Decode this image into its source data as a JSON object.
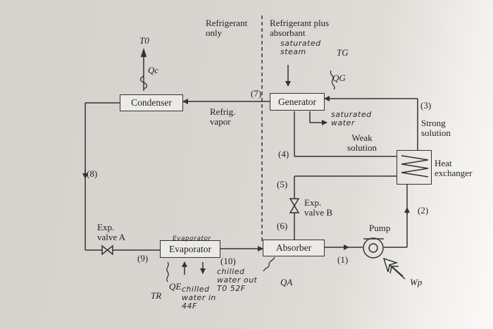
{
  "components": {
    "condenser": "Condenser",
    "generator": "Generator",
    "evaporator": "Evaporator",
    "absorber": "Absorber",
    "pump": "Pump",
    "heat_exchanger": "Heat exchanger",
    "exp_valve_a": "Exp. valve A",
    "exp_valve_b": "Exp. valve B"
  },
  "regions": {
    "left": "Refrigerant only",
    "right": "Refrigerant plus absorbant"
  },
  "stream_labels": {
    "refrig_vapor": "Refrig. vapor",
    "strong_solution": "Strong solution",
    "weak_solution": "Weak solution"
  },
  "state_points": [
    "(1)",
    "(2)",
    "(3)",
    "(4)",
    "(5)",
    "(6)",
    "(7)",
    "(8)",
    "(9)",
    "(10)"
  ],
  "symbols": {
    "t0": "T0",
    "qc": "Qc",
    "tg": "TG",
    "qg": "QG",
    "qa": "QA",
    "qe": "QE",
    "tr": "TR",
    "wp": "Wp"
  },
  "handwritten": {
    "saturated_steam": "saturated steam",
    "saturated_water": "saturated water",
    "evap_name": "Evaporator",
    "chilled_water_in": "chilled water in 44F",
    "chilled_water_out": "chilled water out T0 52F"
  }
}
